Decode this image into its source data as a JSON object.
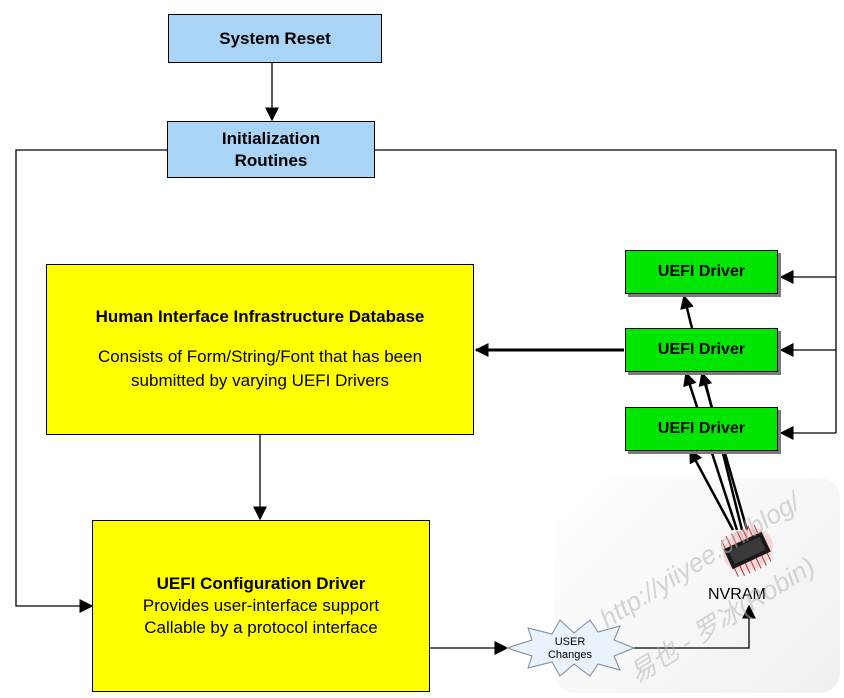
{
  "nodes": {
    "system_reset": "System Reset",
    "init_routines_line1": "Initialization",
    "init_routines_line2": "Routines",
    "hii_title": "Human Interface Infrastructure Database",
    "hii_desc_line1": "Consists of Form/String/Font that has been",
    "hii_desc_line2": "submitted by varying UEFI Drivers",
    "uefi_driver_1": "UEFI Driver",
    "uefi_driver_2": "UEFI Driver",
    "uefi_driver_3": "UEFI Driver",
    "config_title": "UEFI Configuration Driver",
    "config_line1": "Provides user-interface support",
    "config_line2": "Callable by a protocol interface",
    "nvram": "NVRAM",
    "user_changes_line1": "USER",
    "user_changes_line2": "Changes"
  },
  "watermark": {
    "line1": "http://yiiyee.cn/blog/",
    "line2": "易也 - 罗冰(Robin)"
  },
  "colors": {
    "blue_box": "#a9d4f5",
    "yellow_box": "#ffff00",
    "green_box": "#00e600"
  }
}
